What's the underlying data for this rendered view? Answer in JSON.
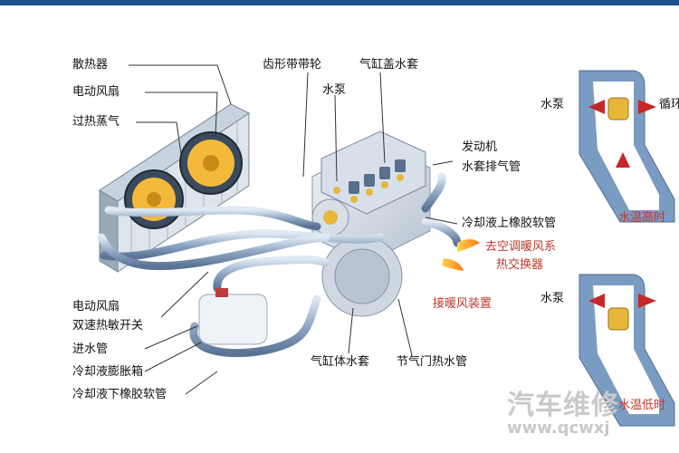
{
  "labels": {
    "radiator": "散热器",
    "electric_fan": "电动风扇",
    "superheated_steam": "过热蒸气",
    "toothed_belt_pulley": "齿形带带轮",
    "water_pump_main": "水泵",
    "cylinder_head_jacket": "气缸盖水套",
    "engine_jacket_exhaust_1": "发动机",
    "engine_jacket_exhaust_2": "水套排气管",
    "coolant_upper_hose": "冷却液上橡胶软管",
    "to_ac_heater_1": "去空调暖风系",
    "to_ac_heater_2": "热交换器",
    "to_heater": "接暖风装置",
    "fan_thermo_switch_1": "电动风扇",
    "fan_thermo_switch_2": "双速热敏开关",
    "inlet_pipe": "进水管",
    "expansion_tank": "冷却液膨胀箱",
    "coolant_lower_hose": "冷却液下橡胶软管",
    "cylinder_block_jacket": "气缸体水套",
    "throttle_hot_water_pipe": "节气门热水管",
    "inset_water_pump_top": "水泵",
    "inset_cycle_top": "循环",
    "inset_high_temp": "水温高时",
    "inset_water_pump_bottom": "水泵",
    "inset_low_temp": "水温低时"
  },
  "watermark": {
    "brand": "汽车维修",
    "url": "www.qcwxj"
  },
  "colors": {
    "red_label": "#c0392b",
    "pipe": "#8fa7c4",
    "top_bar": "#1f4f8a"
  }
}
